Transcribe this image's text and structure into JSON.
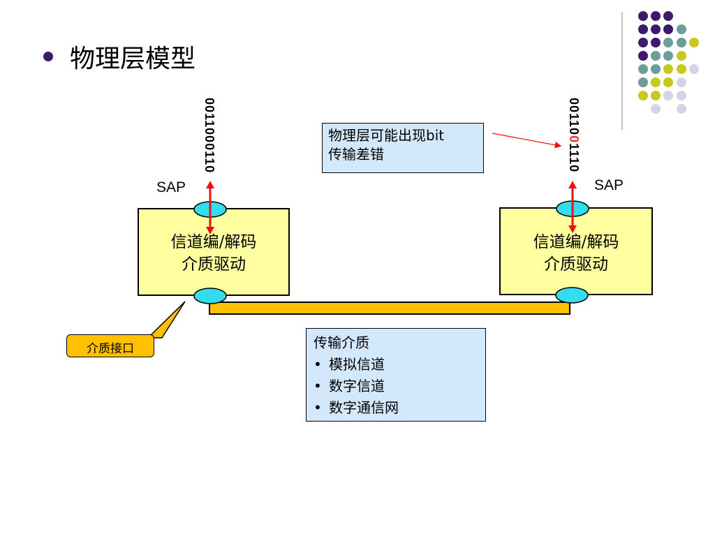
{
  "slide": {
    "title": "物理层模型"
  },
  "left_stack": {
    "bits": "0011000110",
    "sap_label": "SAP",
    "box_line1": "信道编/解码",
    "box_line2": "介质驱动"
  },
  "right_stack": {
    "bits_before": "00110",
    "bits_error": "0",
    "bits_after": "1110",
    "sap_label": "SAP",
    "box_line1": "信道编/解码",
    "box_line2": "介质驱动"
  },
  "error_note": {
    "line1": "物理层可能出现bit",
    "line2": "传输差错"
  },
  "medium_note": {
    "heading": "传输介质",
    "items": [
      "模拟信道",
      "数字信道",
      "数字通信网"
    ]
  },
  "interface_callout": {
    "label": "介质接口"
  },
  "colors": {
    "box_fill": "#ffffa0",
    "sap_fill": "#33ddee",
    "arrow": "#e8140c",
    "medium_bar": "#ffc000",
    "note_fill": "#d4e8fb",
    "callout_fill": "#ffc000",
    "dot_purple": "#3d1a6b",
    "dot_teal": "#6b9e9a",
    "dot_olive": "#c8c81e",
    "dot_lavender": "#d4d4e8"
  }
}
